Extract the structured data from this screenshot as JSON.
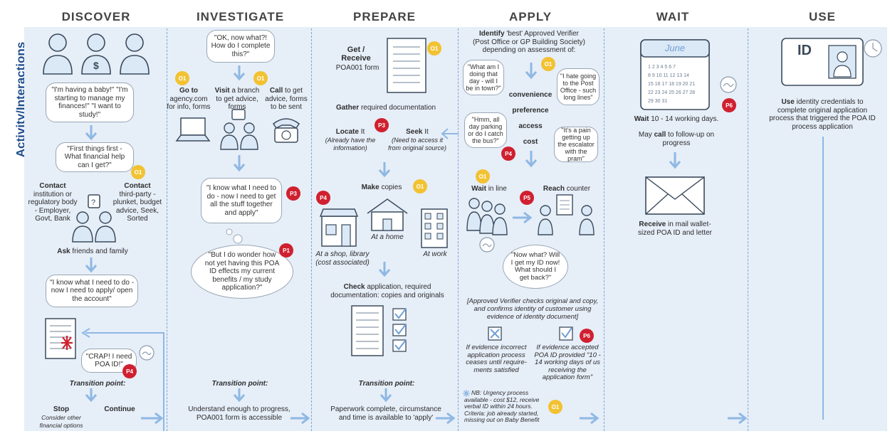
{
  "side_label": "Activity/Interactions",
  "stages": [
    "DISCOVER",
    "INVESTIGATE",
    "PREPARE",
    "APPLY",
    "WAIT",
    "USE"
  ],
  "badges": {
    "o": "O",
    "p": "P",
    "o1": "1",
    "p3": "3",
    "p1": "1",
    "p4": "4",
    "p5": "5",
    "p6": "6"
  },
  "discover": {
    "quote1": "\"I'm having a baby!\" \"I'm starting to manage my finances!\" \"I want to study!\"",
    "quote2": "\"First things first - What financial help can I get?\"",
    "contact_left_bold": "Contact",
    "contact_left_text": "institution or regulatory body - Employer, Govt, Bank",
    "contact_right_bold": "Contact",
    "contact_right_text": "third-party - plunket, budget advice, Seek, Sorted",
    "ask_bold": "Ask",
    "ask_text": "friends and family",
    "quote3": "\"I know what I need to do - now I need to apply/ open the account\"",
    "quote4": "\"CRAP! I need POA ID!\"",
    "transition": "Transition point:",
    "stop_bold": "Stop",
    "stop_text": "Consider other financial options",
    "continue": "Continue"
  },
  "investigate": {
    "quote1": "\"OK, now what?! How do I complete this?\"",
    "goto_bold": "Go to",
    "goto_text": "agency.com for info, forms",
    "visit_bold": "Visit",
    "visit_text": "a branch to get advice, forms",
    "call_bold": "Call",
    "call_text": "to get advice, forms to be sent",
    "quote2": "\"I know what I need to do - now I need to get all the stuff together and apply\"",
    "quote3": "\"But I do wonder how not yet having this POA ID effects my current benefits / my study application?\"",
    "transition": "Transition point:",
    "transition_text": "Understand enough to progress, POA001 form is accessible"
  },
  "prepare": {
    "get_receive": "Get / Receive",
    "form": "POA001 form",
    "gather_bold": "Gather",
    "gather_text": "required documentation",
    "locate_bold": "Locate",
    "locate_it": "It",
    "locate_note": "(Already have the information)",
    "seek_bold": "Seek",
    "seek_it": "It",
    "seek_note": "(Need to access it from original source)",
    "make_bold": "Make",
    "make_text": "copies",
    "at_home": "At a home",
    "at_shop": "At a shop, library (cost associated)",
    "at_work": "At work",
    "check_bold": "Check",
    "check_text": "application, required documentation: copies and originals",
    "transition": "Transition point:",
    "transition_text": "Paperwork complete, circumstance and time is available to 'apply'"
  },
  "apply": {
    "identify_bold": "Identify",
    "identify_text": "'best' Approved Verifier (Post Office or GP Building Society) depending on assessment of:",
    "quote1": "\"What am I doing that day - will I be in town?\"",
    "quote2": "\"I hate going to the Post Office - such long lines\"",
    "quote3": "\"Hmm, all day parking or do I catch the bus?\"",
    "quote4": "\"It's a pain getting up the escalator with the pram\"",
    "factors": [
      "convenience",
      "preference",
      "access",
      "cost"
    ],
    "wait_bold": "Wait",
    "wait_text": "in line",
    "reach_bold": "Reach",
    "reach_text": "counter",
    "quote5": "\"Now what? Will I get my ID now! What should I get back?\"",
    "verifier_note": "[Approved Verifier checks original and copy, and confirms identity of customer using evidence of identity document]",
    "incorrect": "If evidence incorrect application process ceases until require-ments satisfied",
    "accepted": "If evidence accepted POA ID provided \"10 - 14 working days of us receiving the application form\"",
    "nb": "NB: Urgency process available - cost $12, receive verbal ID within 24 hours. Criteria: job already started, missing out on Baby Benefit"
  },
  "wait": {
    "calendar": "June",
    "wait_bold": "Wait",
    "wait_text": "10 - 14 working days.",
    "may_call_pre": "May",
    "may_call_bold": "call",
    "may_call_post": "to follow-up on progress",
    "receive_bold": "Receive",
    "receive_text": "in mail wallet-sized POA ID and letter"
  },
  "use": {
    "card": "ID",
    "use_bold": "Use",
    "use_text": "identity credentials to complete original application process that triggered the POA ID process application"
  },
  "colors": {
    "panel": "#e6eef8",
    "divider": "#7aa7d8",
    "arrow": "#8fb8e3",
    "orange": "#f2c232",
    "red": "#d0202f",
    "title": "#1f4e8c"
  }
}
